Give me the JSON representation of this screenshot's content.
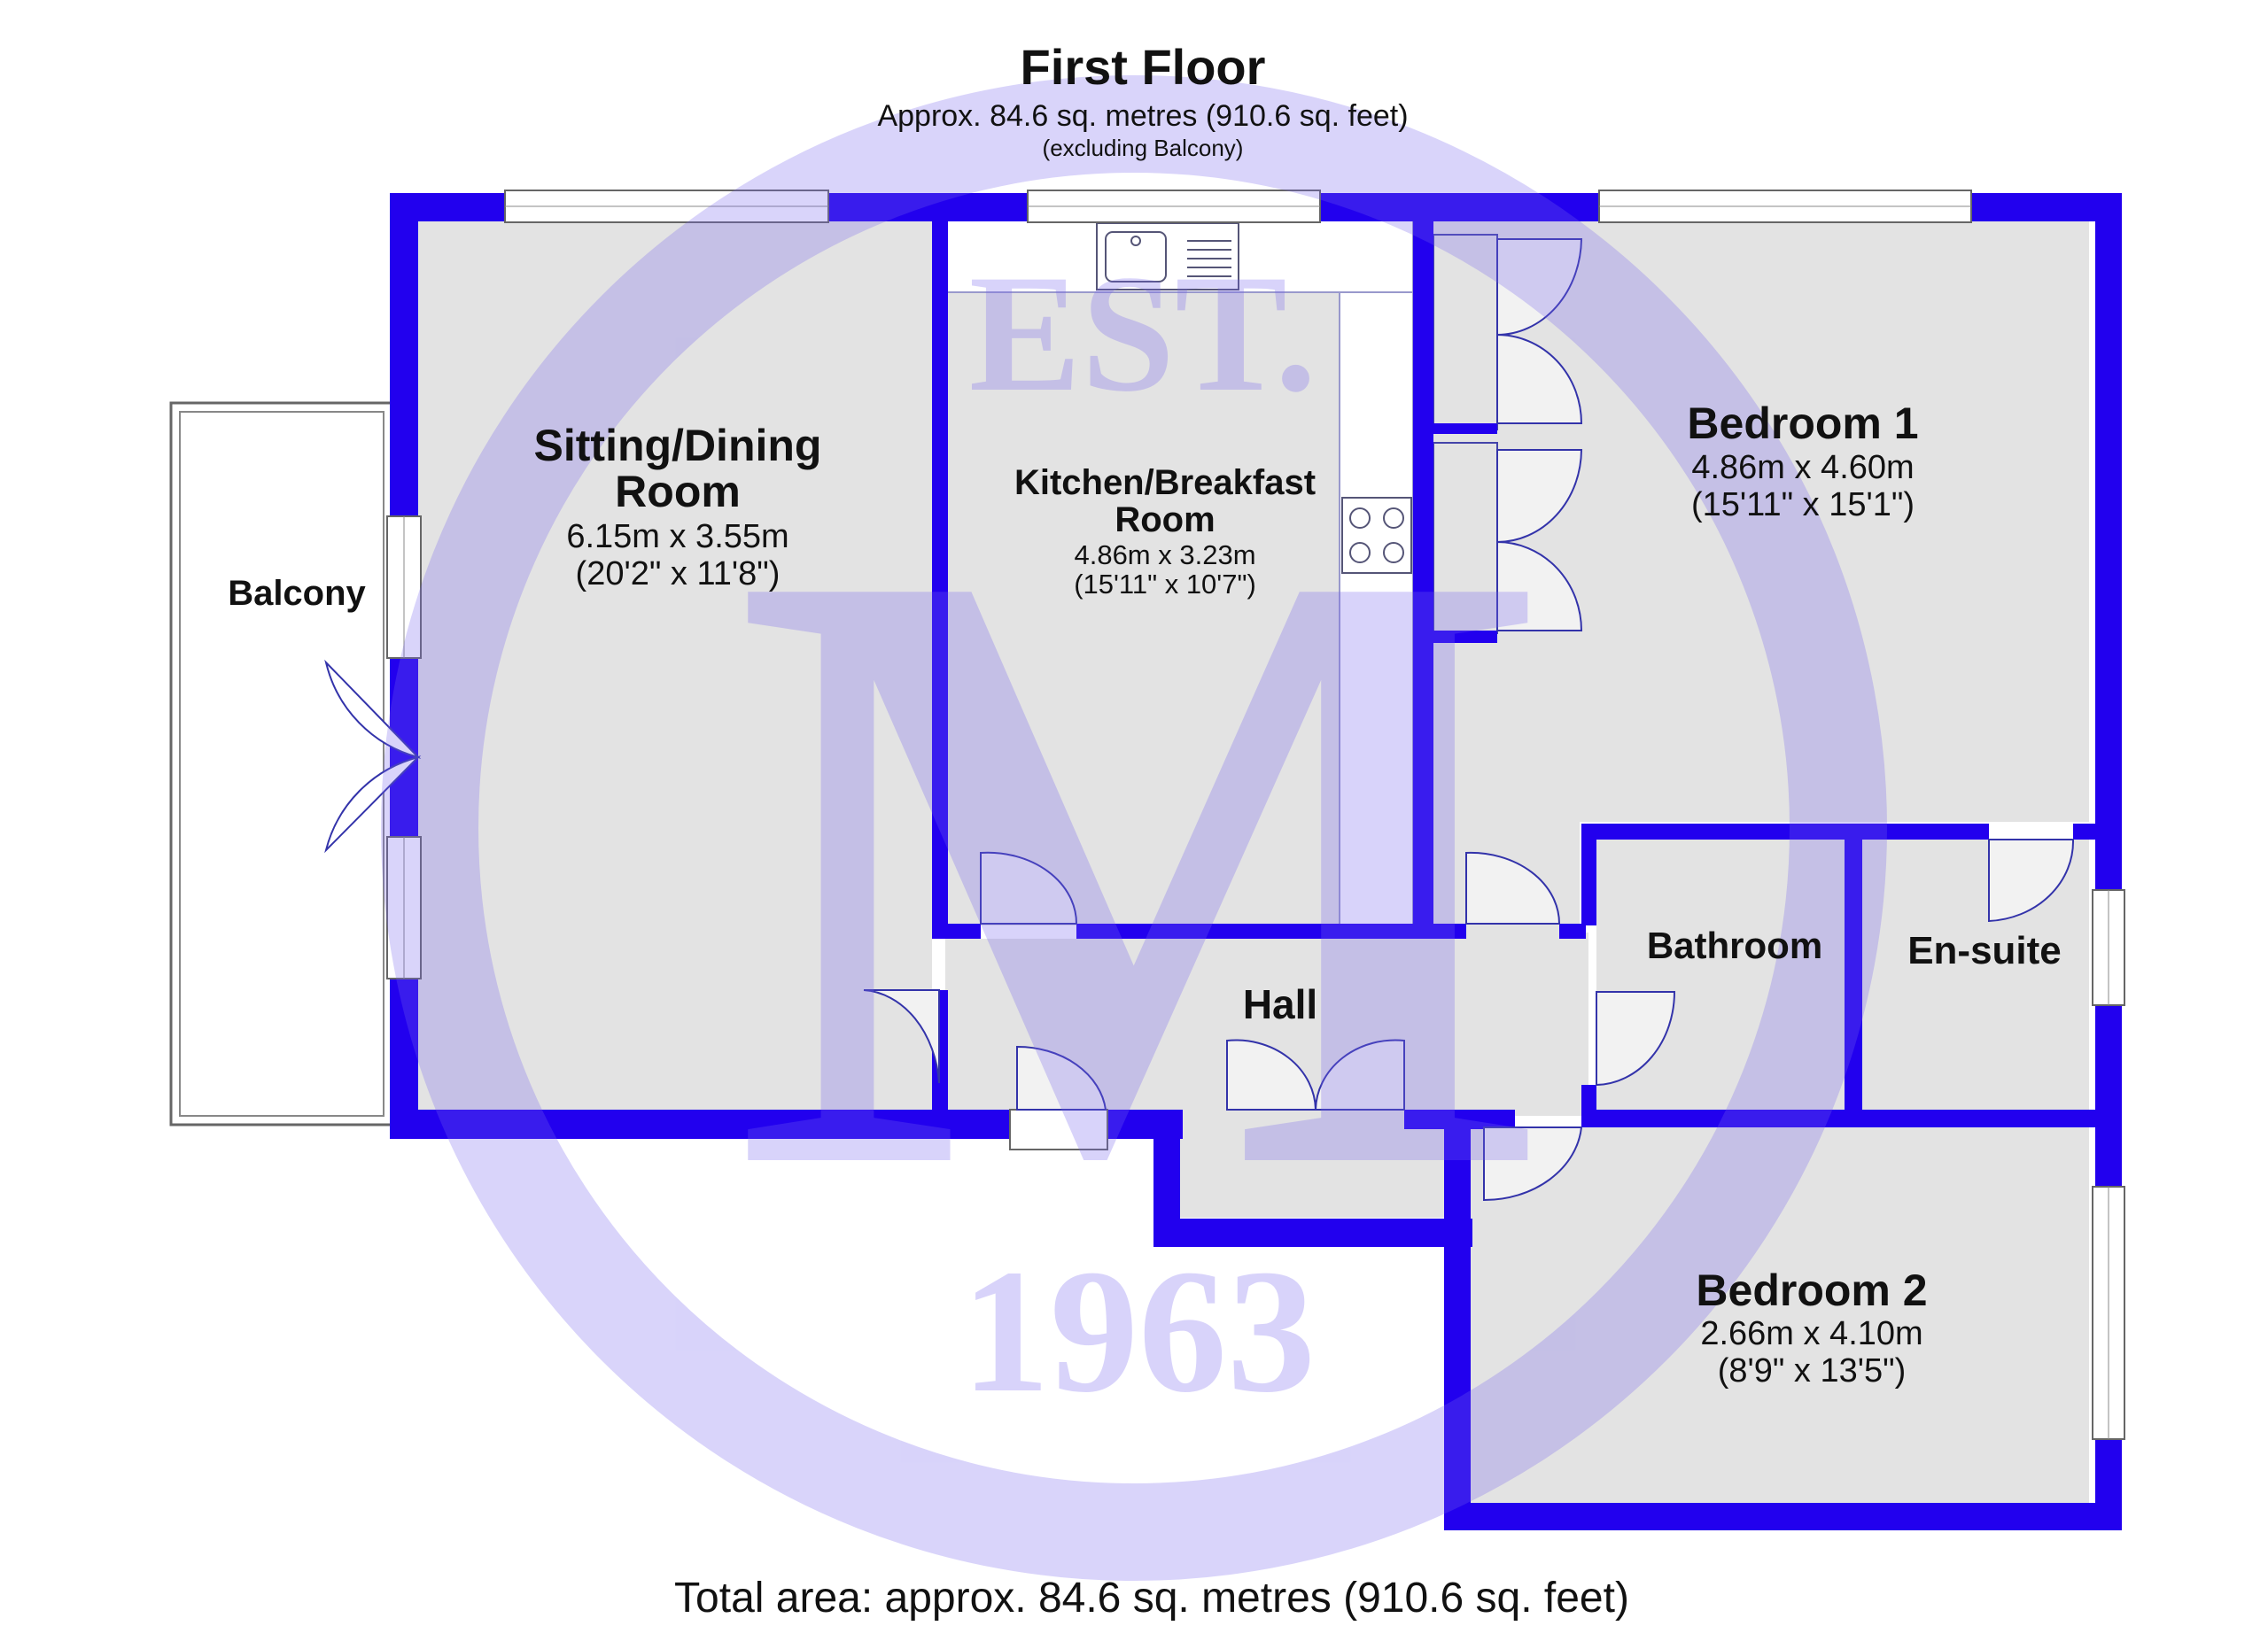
{
  "header": {
    "title": "First Floor",
    "area_line": "Approx. 84.6 sq. metres (910.6 sq. feet)",
    "area_note": "(excluding Balcony)"
  },
  "rooms": {
    "sitting_dining": {
      "name_line1": "Sitting/Dining",
      "name_line2": "Room",
      "size_metric": "6.15m x 3.55m",
      "size_imperial": "(20'2\" x 11'8\")"
    },
    "kitchen": {
      "name_line1": "Kitchen/Breakfast",
      "name_line2": "Room",
      "size_metric": "4.86m x 3.23m",
      "size_imperial": "(15'11\" x 10'7\")"
    },
    "bedroom1": {
      "name": "Bedroom 1",
      "size_metric": "4.86m x 4.60m",
      "size_imperial": "(15'11\" x 15'1\")"
    },
    "bedroom2": {
      "name": "Bedroom 2",
      "size_metric": "2.66m x 4.10m",
      "size_imperial": "(8'9\" x 13'5\")"
    },
    "balcony": {
      "name": "Balcony"
    },
    "hall": {
      "name": "Hall"
    },
    "bathroom": {
      "name": "Bathroom"
    },
    "ensuite": {
      "name": "En-suite"
    }
  },
  "watermark": {
    "top_text": "EST.",
    "bottom_text": "1963",
    "letter": "M"
  },
  "footer": {
    "total_area": "Total area: approx. 84.6 sq. metres (910.6 sq. feet)"
  },
  "colors": {
    "wall": "#2200ee",
    "floor": "#e3e3e3",
    "watermark": "#7766ee",
    "text": "#111111"
  }
}
